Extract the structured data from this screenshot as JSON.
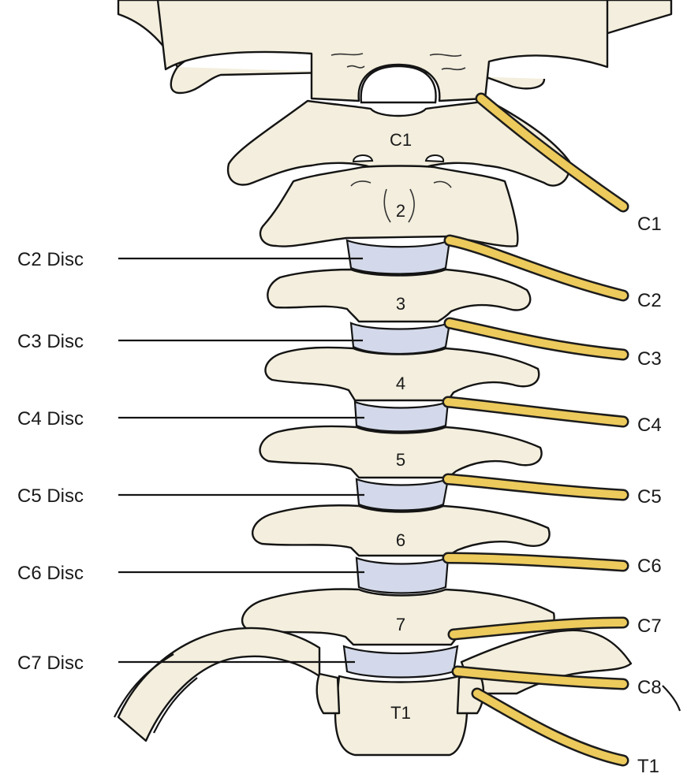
{
  "disc_labels": [
    "C2 Disc",
    "C3 Disc",
    "C4 Disc",
    "C5 Disc",
    "C6 Disc",
    "C7 Disc"
  ],
  "nerve_labels": [
    "C1",
    "C2",
    "C3",
    "C4",
    "C5",
    "C6",
    "C7",
    "C8",
    "T1"
  ],
  "vertebra_labels": [
    "C1",
    "2",
    "3",
    "4",
    "5",
    "6",
    "7",
    "T1"
  ],
  "colors": {
    "bone": "#f3eedd",
    "disc": "#d3d9ea",
    "nerve": "#ecca5c",
    "accent_block": "#a5181b"
  }
}
